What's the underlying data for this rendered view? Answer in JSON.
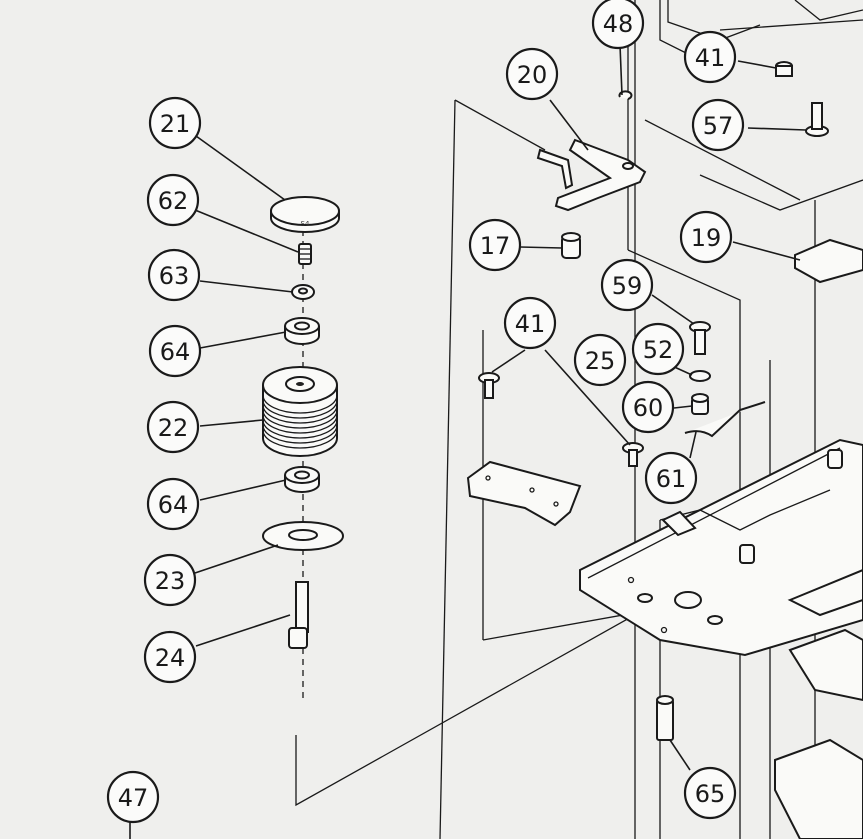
{
  "callouts": [
    {
      "id": "c21",
      "label": "21"
    },
    {
      "id": "c62",
      "label": "62"
    },
    {
      "id": "c63",
      "label": "63"
    },
    {
      "id": "c64a",
      "label": "64"
    },
    {
      "id": "c22",
      "label": "22"
    },
    {
      "id": "c64b",
      "label": "64"
    },
    {
      "id": "c23",
      "label": "23"
    },
    {
      "id": "c24",
      "label": "24"
    },
    {
      "id": "c47",
      "label": "47"
    },
    {
      "id": "c48",
      "label": "48"
    },
    {
      "id": "c20",
      "label": "20"
    },
    {
      "id": "c41a",
      "label": "41"
    },
    {
      "id": "c57",
      "label": "57"
    },
    {
      "id": "c17",
      "label": "17"
    },
    {
      "id": "c19",
      "label": "19"
    },
    {
      "id": "c59",
      "label": "59"
    },
    {
      "id": "c41b",
      "label": "41"
    },
    {
      "id": "c52",
      "label": "52"
    },
    {
      "id": "c25",
      "label": "25"
    },
    {
      "id": "c60",
      "label": "60"
    },
    {
      "id": "c61",
      "label": "61"
    },
    {
      "id": "c65",
      "label": "65"
    }
  ],
  "part_markings": {
    "cap_21": "S4"
  }
}
